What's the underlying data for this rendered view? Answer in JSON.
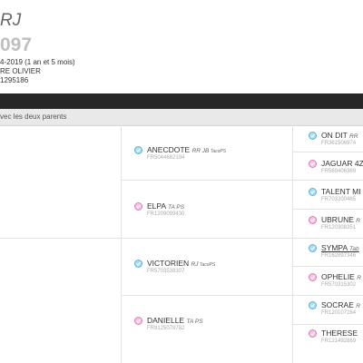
{
  "horse": {
    "title_fragment": "RJ",
    "number_fragment": "097",
    "birth_fragment": "4-2019 (1 an et 5 mois)",
    "breeder_fragment": "RE OLIVIER",
    "id_fragment": "1295186"
  },
  "pedigree": {
    "subtitle": "vec les deux parents",
    "level2": [
      {
        "name": "ANECDOTE",
        "tags": "RR JB",
        "tags_small": "TacoPS",
        "id": "FR5044682194",
        "sex": "m"
      },
      {
        "name": "ELPA",
        "tags": "TA PS",
        "tags_small": "",
        "id": "FR1209099430",
        "sex": "f"
      },
      {
        "name": "VICTORIEN",
        "tags": "RJ",
        "tags_small": "TacoPS",
        "id": "FR5703538307",
        "sex": "m"
      },
      {
        "name": "DANIELLE",
        "tags": "TA PS",
        "tags_small": "",
        "id": "FR9125078782",
        "sex": "f"
      }
    ],
    "level3": [
      {
        "name": "ON DIT",
        "tags": "RR",
        "id": "FR361506974",
        "sex": "m",
        "link": false
      },
      {
        "name": "JAGUAR 4Z",
        "tags": "",
        "id": "FR569406369",
        "sex": "f",
        "link": false
      },
      {
        "name": "TALENT MI",
        "tags": "",
        "id": "FR703200465",
        "sex": "m",
        "link": false
      },
      {
        "name": "UBRUNE",
        "tags": "R",
        "id": "FR120308351",
        "sex": "f",
        "link": false
      },
      {
        "name": "SYMPA",
        "tags": "Tab",
        "id": "FR162897346",
        "sex": "m",
        "link": true
      },
      {
        "name": "OPHELIE",
        "tags": "R",
        "id": "FR570315302",
        "sex": "f",
        "link": false
      },
      {
        "name": "SOCRAE",
        "tags": "R",
        "id": "FR120107284",
        "sex": "m",
        "link": false
      },
      {
        "name": "THERESE",
        "tags": "",
        "id": "FR121492869",
        "sex": "f",
        "link": false
      }
    ]
  },
  "colors": {
    "header_bar": "#262626",
    "male": "#aedcf2",
    "female": "#f5c6e2"
  }
}
